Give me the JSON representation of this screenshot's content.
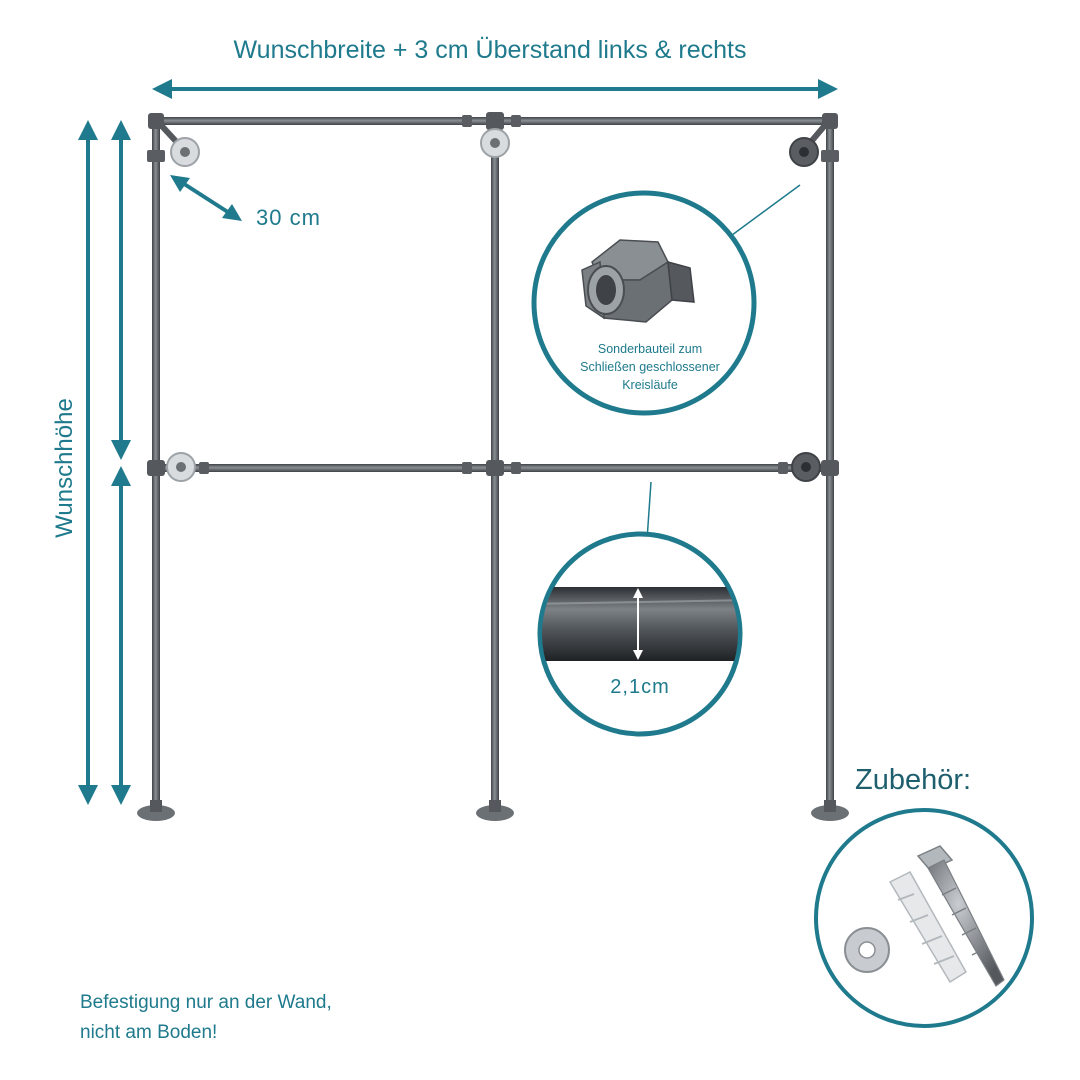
{
  "labels": {
    "width": "Wunschbreite + 3 cm Überstand links & rechts",
    "height": "Wunschhöhe",
    "depth": "30 cm",
    "diameter": "2,1cm",
    "accessories": "Zubehör:"
  },
  "union_caption": [
    "Sonderbauteil zum",
    "Schließen geschlossener",
    "Kreisläufe"
  ],
  "note": [
    "Befestigung nur an der Wand,",
    "nicht am Boden!"
  ],
  "colors": {
    "accent": "#1e7a8c",
    "pipe": "#6b7075",
    "pipe_dark": "#3f4347",
    "fitting": "#8a8f94"
  },
  "icons": {
    "union_fitting": "union-fitting-icon",
    "pipe_closeup": "pipe-closeup-icon",
    "screw_set": "screw-dowel-washer-icon"
  }
}
